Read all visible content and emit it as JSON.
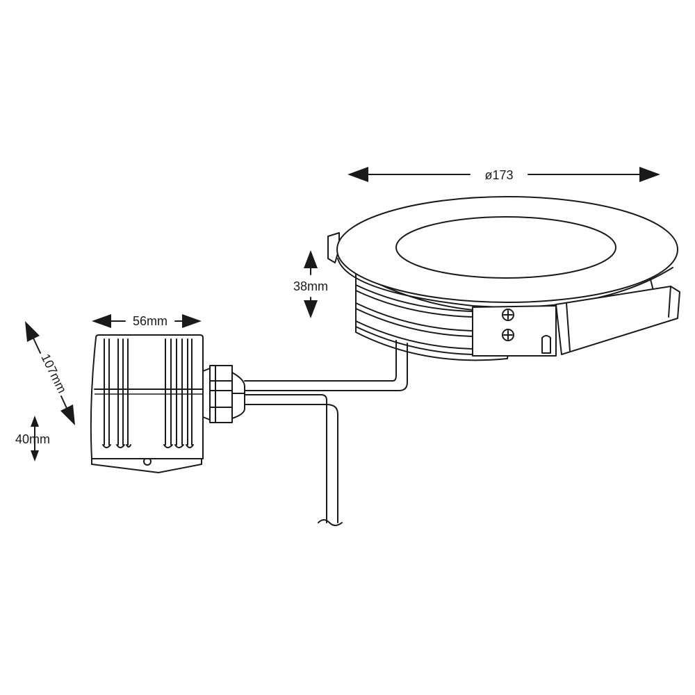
{
  "dimensions": {
    "diameter": "ø173",
    "height_downlight": "38mm",
    "width_driver": "56mm",
    "length_driver": "107mm",
    "height_driver": "40mm"
  },
  "colors": {
    "line": "#1a1a1a",
    "background": "#ffffff"
  }
}
